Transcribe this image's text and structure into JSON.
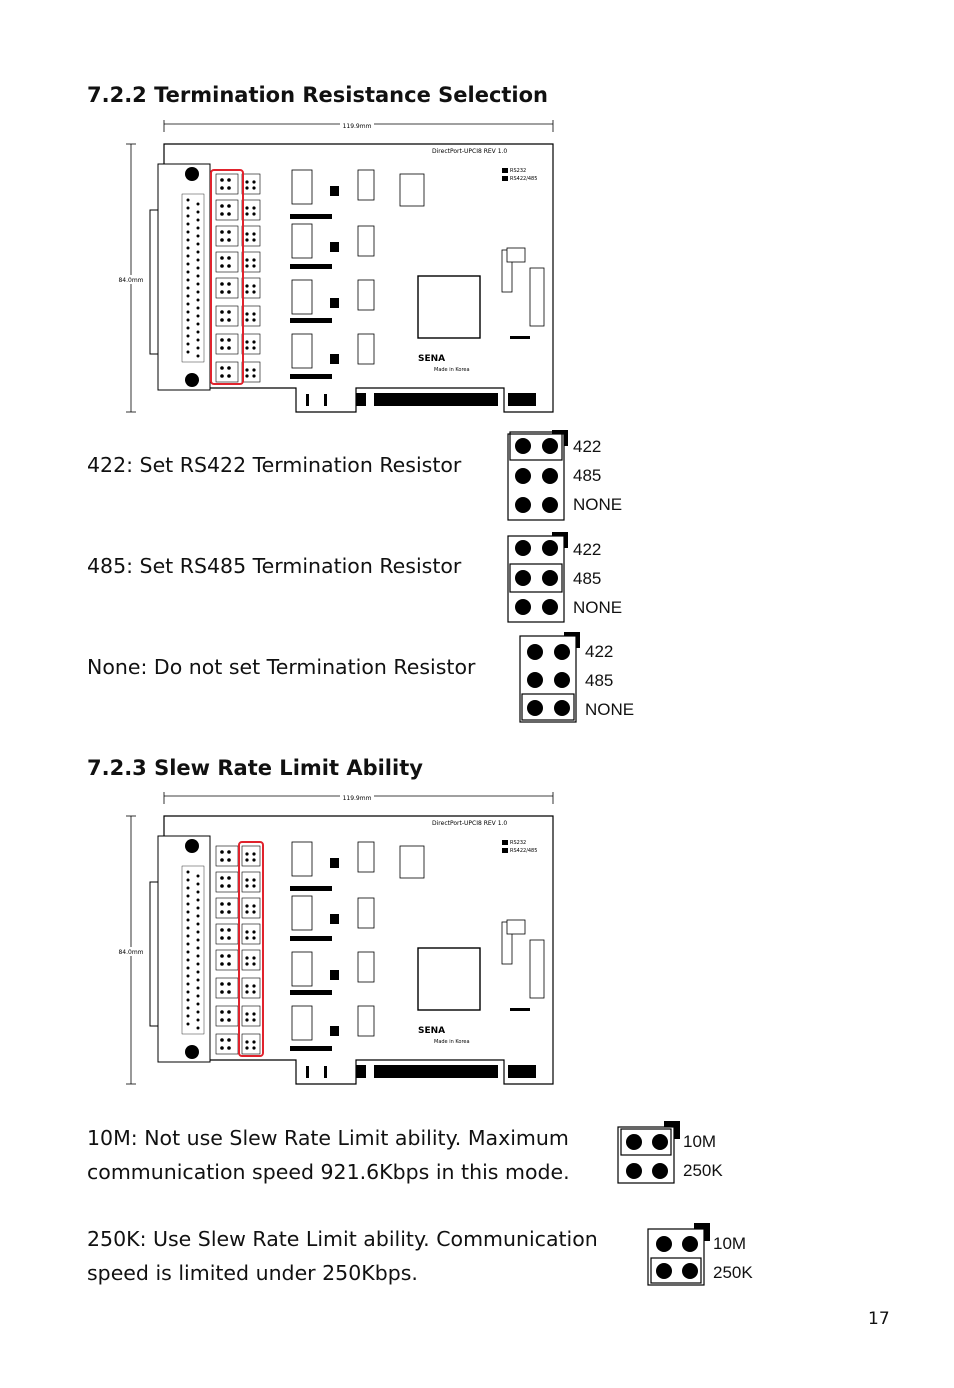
{
  "section_722": {
    "heading": "7.2.2  Termination Resistance Selection",
    "board": {
      "width_label": "119.9mm",
      "height_label": "84.0mm",
      "model_label": "DirectPort-UPCI8  REV 1.0",
      "rs232_label": "RS232",
      "rs422_label": "RS422/485",
      "brand": "SENA",
      "made_in": "Made in Korea",
      "highlight_color": "#e0232d"
    },
    "options": [
      {
        "text": "422: Set RS422 Termination Resistor",
        "selected": "422"
      },
      {
        "text": "485: Set RS485 Termination Resistor",
        "selected": "485"
      },
      {
        "text": "None: Do not set Termination Resistor",
        "selected": "NONE"
      }
    ],
    "jumper_labels": [
      "422",
      "485",
      "NONE"
    ]
  },
  "section_723": {
    "heading": "7.2.3  Slew Rate Limit Ability",
    "options": [
      {
        "line1": "10M: Not use Slew Rate Limit ability. Maximum",
        "line2": "communication speed 921.6Kbps in this mode.",
        "selected": "10M"
      },
      {
        "line1": "250K: Use Slew Rate Limit ability. Communication",
        "line2": "speed is limited under 250Kbps.",
        "selected": "250K"
      }
    ],
    "jumper_labels": [
      "10M",
      "250K"
    ]
  },
  "page_number": "17"
}
